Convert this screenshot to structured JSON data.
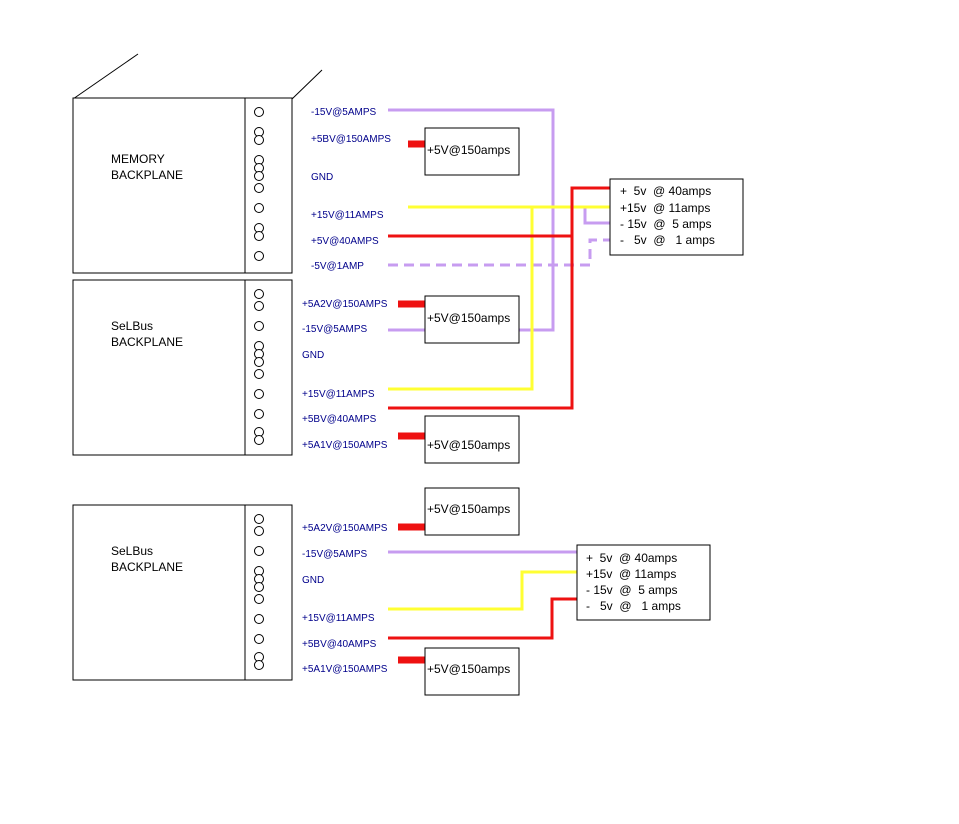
{
  "colors": {
    "purple": "#c79cf0",
    "red": "#ee1111",
    "yellow": "#ffff33",
    "label": "#00008b"
  },
  "backplanes": [
    {
      "line1": "MEMORY",
      "line2": "BACKPLANE"
    },
    {
      "line1": "SeLBus",
      "line2": "BACKPLANE"
    },
    {
      "line1": "SeLBus",
      "line2": "BACKPLANE"
    }
  ],
  "pin_labels": {
    "mem": [
      "-15V@5AMPS",
      "+5BV@150AMPS",
      "GND",
      "+15V@11AMPS",
      "+5V@40AMPS",
      "-5V@1AMP"
    ],
    "sel1": [
      "+5A2V@150AMPS",
      "-15V@5AMPS",
      "GND",
      "+15V@11AMPS",
      "+5BV@40AMPS",
      "+5A1V@150AMPS"
    ],
    "sel2": [
      "+5A2V@150AMPS",
      "-15V@5AMPS",
      "GND",
      "+15V@11AMPS",
      "+5BV@40AMPS",
      "+5A1V@150AMPS"
    ]
  },
  "supply_150": [
    "+5V@150amps",
    "+5V@150amps",
    "+5V@150amps",
    "+5V@150amps",
    "+5V@150amps"
  ],
  "multi_supplies": [
    {
      "lines": [
        "+  5v  @ 40amps",
        "+15v  @ 11amps",
        "- 15v  @  5 amps",
        "-   5v  @   1 amps"
      ]
    },
    {
      "lines": [
        "+  5v  @ 40amps",
        "+15v  @ 11amps",
        "- 15v  @  5 amps",
        "-   5v  @   1 amps"
      ]
    }
  ]
}
